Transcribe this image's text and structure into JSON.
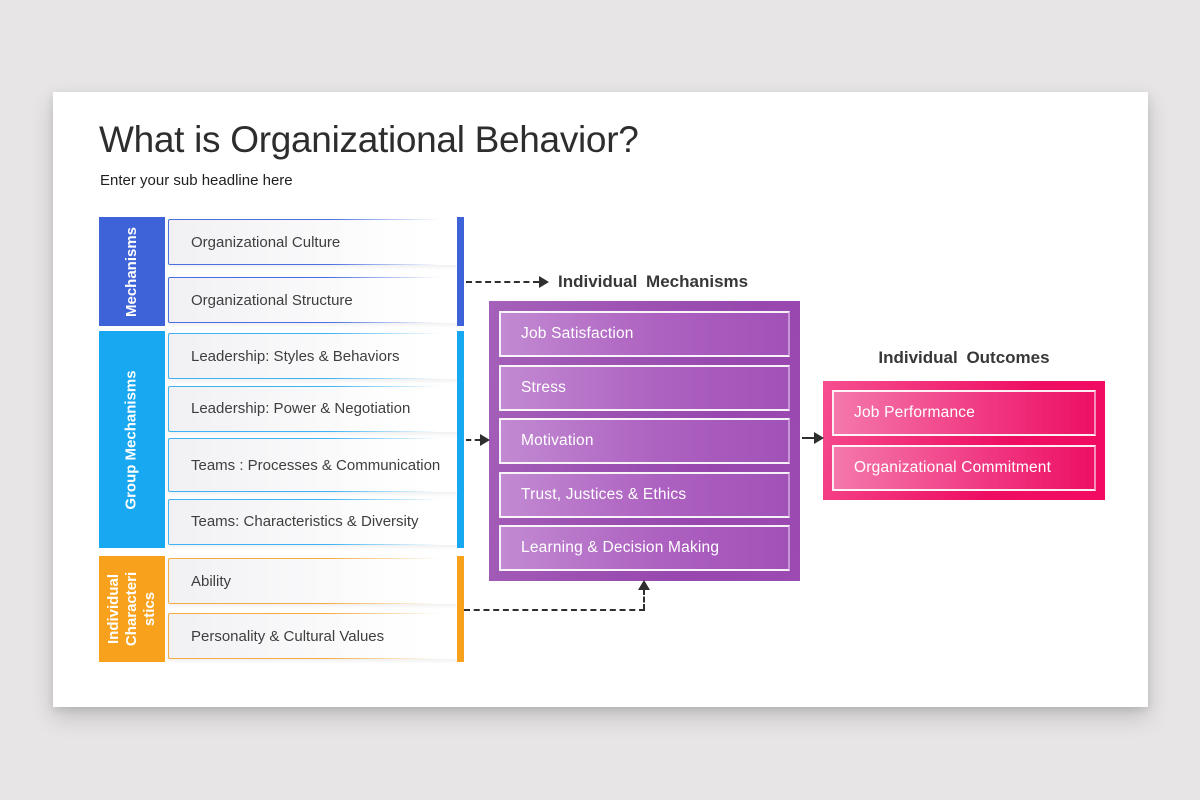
{
  "slide": {
    "title": "What is Organizational Behavior?",
    "subtitle": "Enter your sub headline here"
  },
  "left_groups": [
    {
      "label": "Mechanisms",
      "color": "#3e62d8",
      "items": [
        "Organizational Culture",
        "Organizational Structure"
      ]
    },
    {
      "label": "Group Mechanisms",
      "color": "#18a7f1",
      "items": [
        "Leadership: Styles & Behaviors",
        "Leadership: Power & Negotiation",
        "Teams : Processes & Communication",
        "Teams: Characteristics & Diversity"
      ]
    },
    {
      "label": "Individual Characteri stics",
      "color": "#f8a11d",
      "items": [
        "Ability",
        "Personality & Cultural Values"
      ]
    }
  ],
  "individual_mechanisms": {
    "title": "Individual Mechanisms",
    "items": [
      "Job Satisfaction",
      "Stress",
      "Motivation",
      "Trust, Justices & Ethics",
      "Learning & Decision Making"
    ]
  },
  "individual_outcomes": {
    "title": "Individual Outcomes",
    "items": [
      "Job Performance",
      "Organizational Commitment"
    ]
  },
  "colors": {
    "page_background": "#e7e5e5",
    "slide_background": "#ffffff",
    "mechanisms_blue": "#3e62d8",
    "group_mechanisms_blue": "#18a7f1",
    "individual_characteristics_orange": "#f8a11d",
    "individual_mechanisms_purple": "#9d4fb3",
    "individual_outcomes_pink": "#ee0f63",
    "connector": "#2f2f2f"
  }
}
